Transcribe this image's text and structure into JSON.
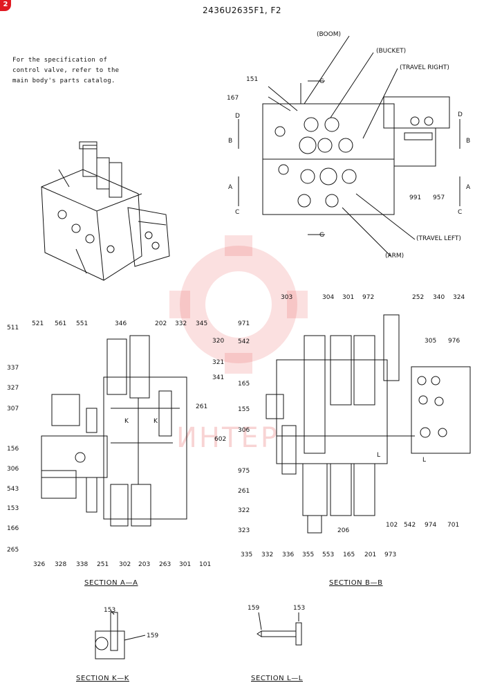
{
  "page": {
    "badge": "2",
    "title": "2436U2635F1, F2"
  },
  "note": {
    "line1": "For the specification of",
    "line2": "control valve, refer to the",
    "line3": "main body's parts catalog."
  },
  "top_view": {
    "boom": "(BOOM)",
    "bucket": "(BUCKET)",
    "travel_right": "(TRAVEL RIGHT)",
    "travel_left": "(TRAVEL LEFT)",
    "arm": "(ARM)",
    "g": "G",
    "d": "D",
    "b": "B",
    "a": "A",
    "c": "C",
    "p151": "151",
    "p167": "167",
    "p991": "991",
    "p957": "957"
  },
  "section_aa": {
    "caption": "SECTION  A—A",
    "labels": [
      "511",
      "521",
      "561",
      "551",
      "346",
      "202",
      "332",
      "345",
      "320",
      "321",
      "341",
      "261",
      "602",
      "337",
      "327",
      "307",
      "156",
      "306",
      "543",
      "153",
      "166",
      "265",
      "326",
      "328",
      "338",
      "251",
      "302",
      "203",
      "263",
      "301",
      "101"
    ],
    "k": "K"
  },
  "section_bb": {
    "caption": "SECTION  B—B",
    "labels": [
      "303",
      "304",
      "301",
      "972",
      "252",
      "340",
      "324",
      "971",
      "542",
      "305",
      "976",
      "165",
      "155",
      "306",
      "975",
      "261",
      "322",
      "323",
      "335",
      "332",
      "336",
      "355",
      "553",
      "165",
      "201",
      "973",
      "102",
      "542",
      "974",
      "701",
      "206"
    ],
    "l": "L"
  },
  "section_kk": {
    "caption": "SECTION  K—K",
    "p153": "153",
    "p159": "159"
  },
  "section_ll": {
    "caption": "SECTION  L—L",
    "p159": "159",
    "p153": "153"
  },
  "watermark": "ИНТЕР",
  "colors": {
    "ink": "#111111",
    "badge": "#e01a22",
    "watermark": "#e84040"
  }
}
